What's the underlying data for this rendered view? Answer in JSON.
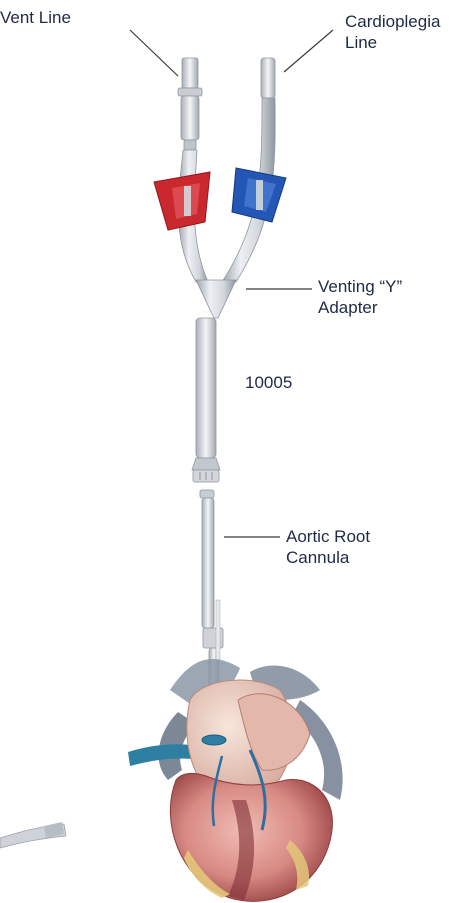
{
  "labels": {
    "vent_line": "Vent Line",
    "cardioplegia_line": [
      "Cardioplegia",
      "Line"
    ],
    "venting_y_adapter": [
      "Venting “Y”",
      "Adapter"
    ],
    "model_number": "10005",
    "aortic_root_cannula": [
      "Aortic Root",
      "Cannula"
    ]
  },
  "colors": {
    "label_text": "#1f2a44",
    "leader_line": "#3a3a3a",
    "tubing": "#d7dbe0",
    "tubing_shadow": "#a7adb5",
    "vent_clamp": "#c8282e",
    "cardioplegia_clamp": "#2456b6",
    "vessel_blue": "#2f7fa3",
    "heart_pink": "#d98b86",
    "heart_dark": "#8e3b3d",
    "fat_yellow": "#e3c77a",
    "vessel_gray": "#8c96a6"
  },
  "icons": [
    "vent-clamp-icon",
    "cardioplegia-clamp-icon",
    "heart-illustration",
    "suture-tool-icon"
  ]
}
